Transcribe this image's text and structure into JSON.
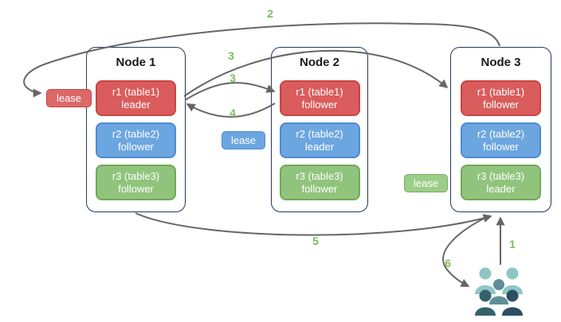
{
  "nodes": [
    {
      "title": "Node 1",
      "replicas": [
        {
          "name": "r1 (table1)",
          "role": "leader"
        },
        {
          "name": "r2 (table2)",
          "role": "follower"
        },
        {
          "name": "r3 (table3)",
          "role": "follower"
        }
      ]
    },
    {
      "title": "Node 2",
      "replicas": [
        {
          "name": "r1 (table1)",
          "role": "follower"
        },
        {
          "name": "r2 (table2)",
          "role": "leader"
        },
        {
          "name": "r3 (table3)",
          "role": "follower"
        }
      ]
    },
    {
      "title": "Node 3",
      "replicas": [
        {
          "name": "r1 (table1)",
          "role": "follower"
        },
        {
          "name": "r2 (table2)",
          "role": "follower"
        },
        {
          "name": "r3 (table3)",
          "role": "leader"
        }
      ]
    }
  ],
  "leases": {
    "table1": {
      "label": "lease"
    },
    "table2": {
      "label": "lease"
    },
    "table3": {
      "label": "lease"
    }
  },
  "steps": {
    "s1": "1",
    "s2": "2",
    "s3a": "3",
    "s3b": "3",
    "s4": "4",
    "s5": "5",
    "s6": "6"
  },
  "icons": {
    "users_group": "users-group-icon"
  },
  "colors": {
    "leader_red_fill": "#DA5C5C",
    "red_border": "#C94444",
    "blue_fill": "#6CA6E0",
    "blue_border": "#4E8BD0",
    "green_fill": "#90C47C",
    "green_border": "#72A85A",
    "node_border": "#23395B",
    "arrow": "#666666",
    "step_number": "#7FBA61",
    "users_light_teal": "#8FC6C4",
    "users_mid_teal": "#5E8F98",
    "users_dark_slate": "#31566A"
  }
}
